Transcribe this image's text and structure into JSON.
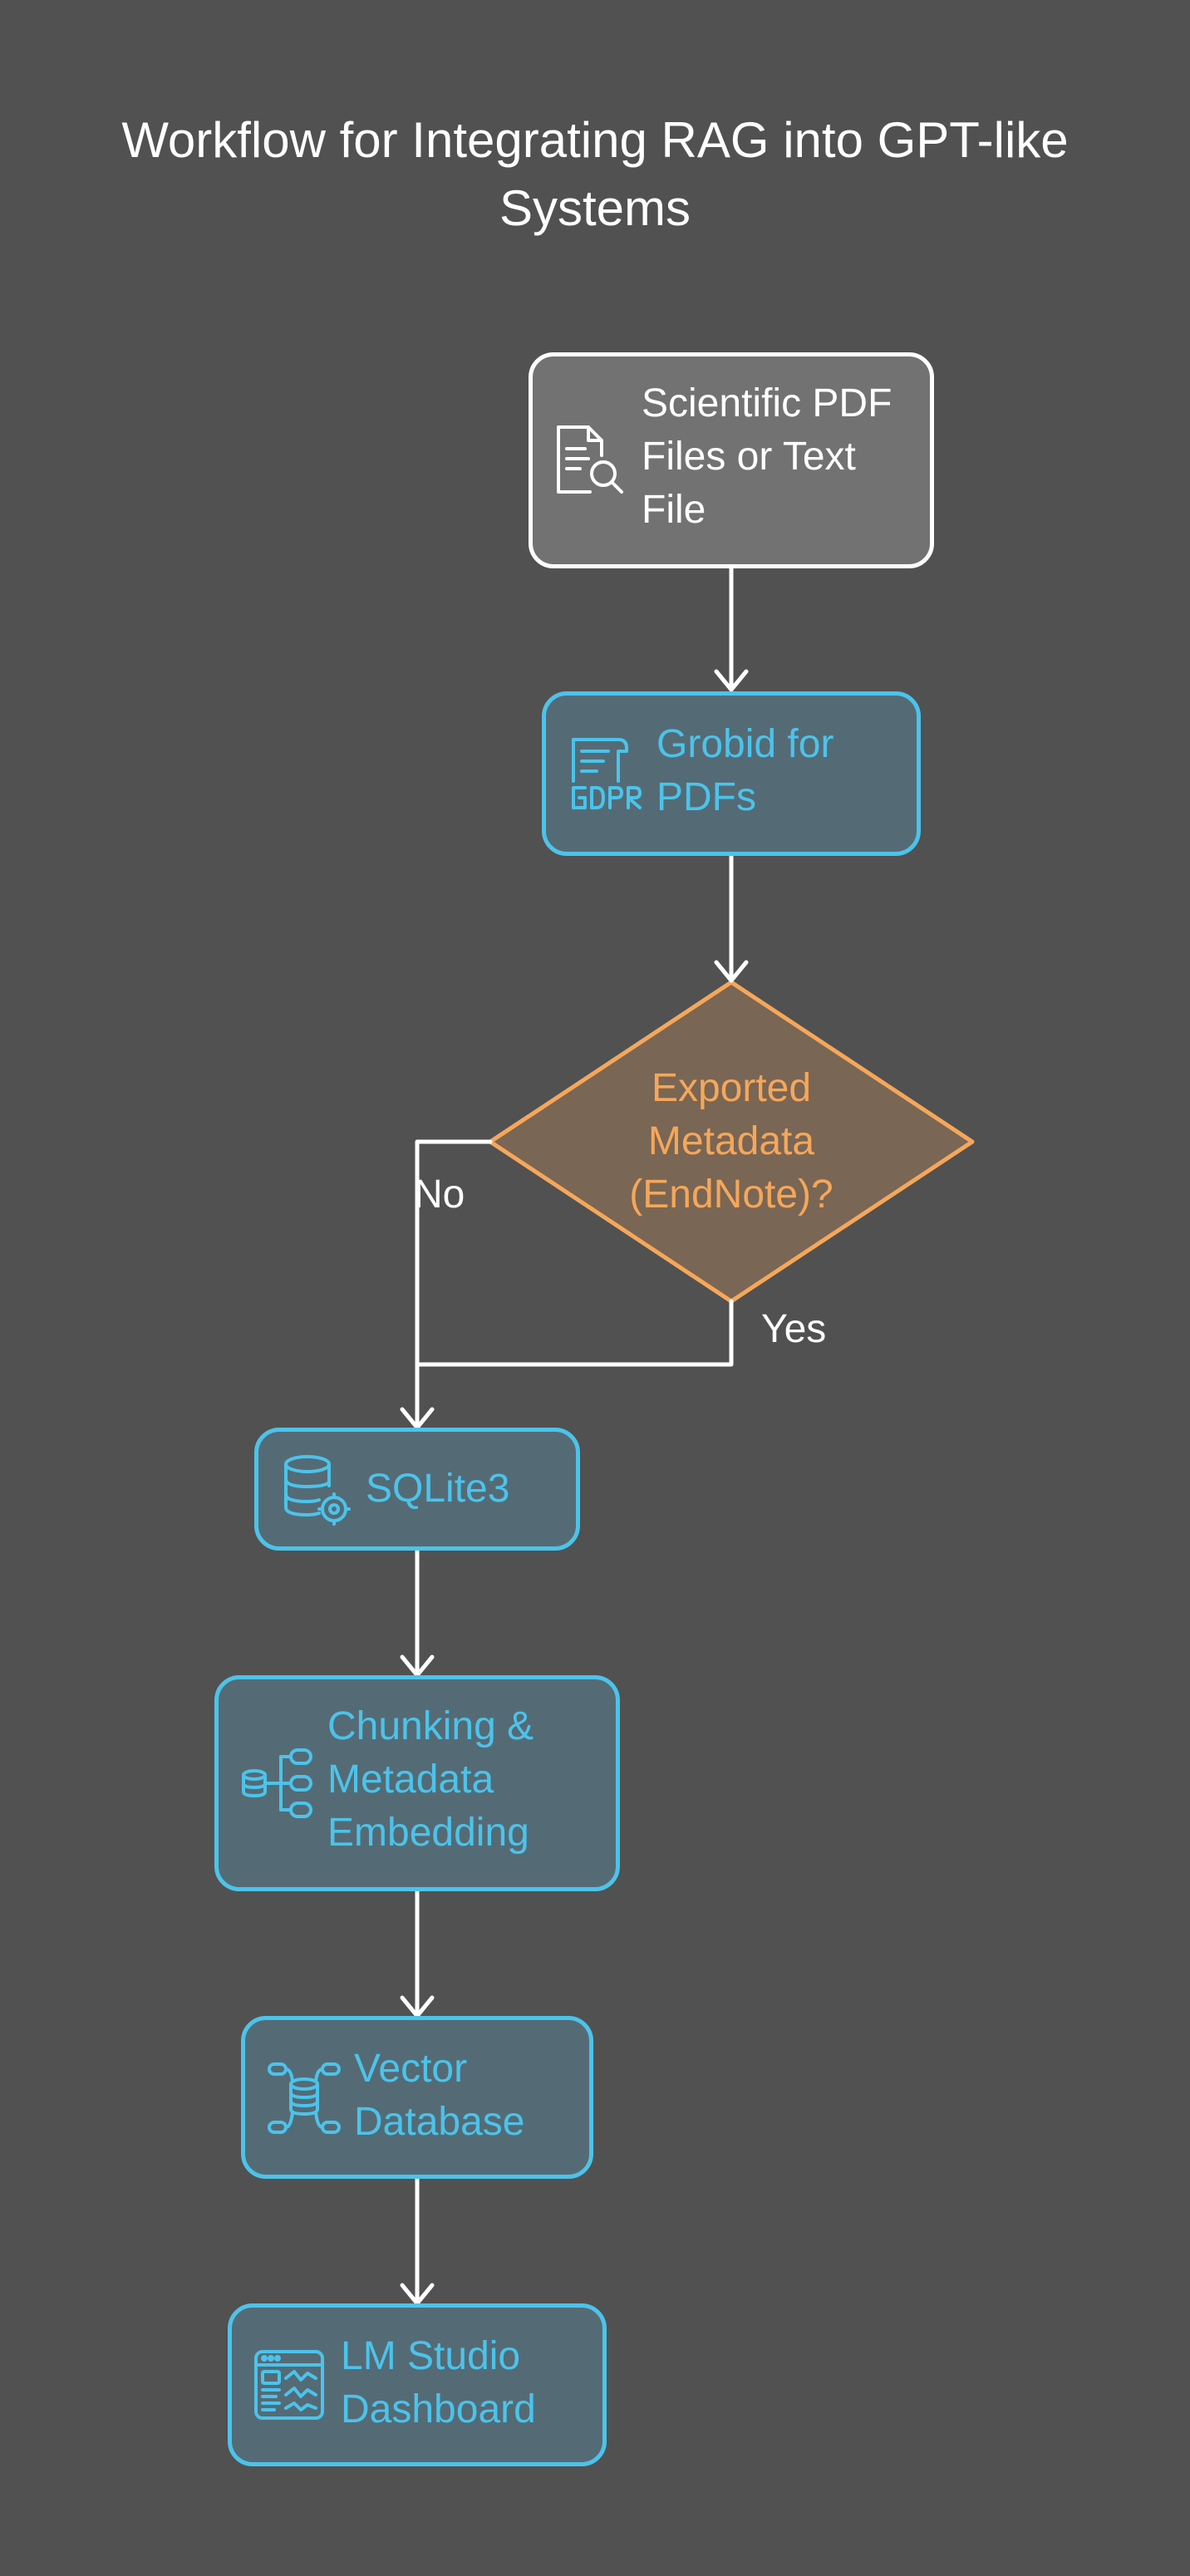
{
  "title": "Workflow for Integrating RAG into GPT-like Systems",
  "colors": {
    "background": "#515151",
    "source_fill": "#727272",
    "source_stroke": "#ffffff",
    "process_fill": "#546b76",
    "process_stroke": "#4cc3ea",
    "decision_fill": "#7a6654",
    "decision_stroke": "#f5a75a",
    "connector": "#ffffff"
  },
  "nodes": {
    "source": {
      "label": "Scientific PDF Files or Text File",
      "icon": "document-search-icon"
    },
    "grobid": {
      "label": "Grobid for PDFs",
      "icon": "gdpr-document-icon"
    },
    "decision": {
      "label": "Exported Metadata (EndNote)?"
    },
    "sqlite": {
      "label": "SQLite3",
      "icon": "database-settings-icon"
    },
    "chunking": {
      "label": "Chunking & Metadata Embedding",
      "icon": "database-tree-icon"
    },
    "vector": {
      "label": "Vector Database",
      "icon": "database-network-icon"
    },
    "lmstudio": {
      "label": "LM Studio Dashboard",
      "icon": "dashboard-window-icon"
    }
  },
  "edges": {
    "no_label": "No",
    "yes_label": "Yes"
  }
}
